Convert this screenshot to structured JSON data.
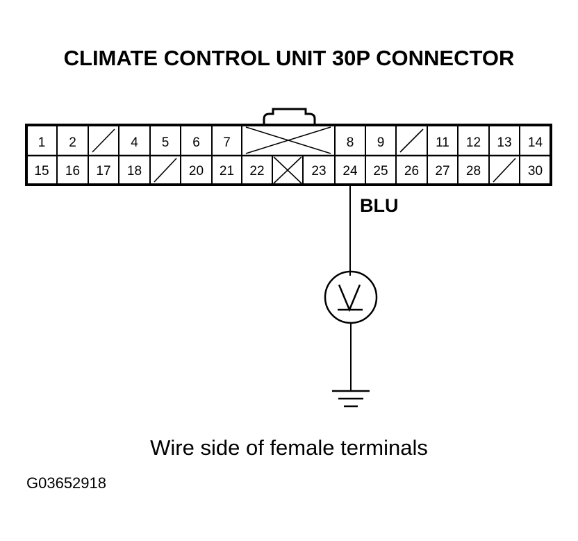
{
  "title": "CLIMATE CONTROL UNIT 30P CONNECTOR",
  "wire_color": "BLU",
  "caption": "Wire side of female terminals",
  "figure_code": "G03652918",
  "connector": {
    "top_row": [
      "1",
      "2",
      "",
      "4",
      "5",
      "6",
      "7",
      "",
      "8",
      "9",
      "",
      "11",
      "12",
      "13",
      "14"
    ],
    "bottom_row": [
      "15",
      "16",
      "17",
      "18",
      "",
      "20",
      "21",
      "22",
      "",
      "23",
      "24",
      "25",
      "26",
      "27",
      "28",
      "",
      "30"
    ]
  }
}
